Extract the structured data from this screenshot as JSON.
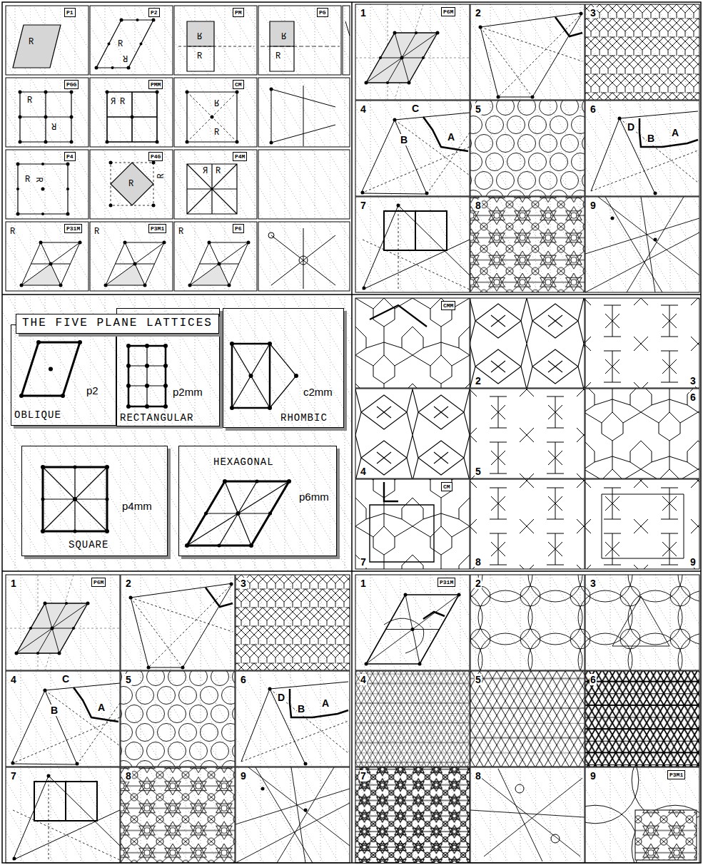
{
  "diagram": {
    "nodes": [
      {
        "text": [
          "THE FIVE PLANE LATTICES"
        ]
      },
      {
        "text": [
          "p2",
          "OBLIQUE"
        ]
      },
      {
        "text": [
          "p2mm",
          "RECTANGULAR"
        ]
      },
      {
        "text": [
          "c2mm",
          "RHOMBIC"
        ]
      },
      {
        "text": [
          "p4mm",
          "SQUARE"
        ]
      },
      {
        "text": [
          "HEXAGONAL",
          "p6mm"
        ]
      }
    ],
    "labels": [
      "P1",
      "P2",
      "PM",
      "PG",
      "PGG",
      "PMM",
      "CM",
      "P4",
      "P4G",
      "P4M",
      "P31M",
      "P3M1",
      "P6",
      "R",
      "R",
      "R",
      "R",
      "R",
      "R",
      "R",
      "R",
      "R",
      "R",
      "R",
      "R",
      "R",
      "R",
      "R",
      "R",
      "R",
      "R",
      "R",
      "R",
      "R",
      "R",
      "1",
      "P6M",
      "2",
      "3",
      "4",
      "C",
      "B",
      "A",
      "5",
      "6",
      "D",
      "B",
      "A",
      "7",
      "8",
      "9",
      "CMM",
      "2",
      "3",
      "4",
      "5",
      "6",
      "7",
      "CM",
      "8",
      "9",
      "1",
      "P6M",
      "2",
      "3",
      "4",
      "C",
      "B",
      "A",
      "5",
      "6",
      "D",
      "B",
      "A",
      "7",
      "8",
      "9",
      "1",
      "P31M",
      "2",
      "3",
      "4",
      "5",
      "6",
      "7",
      "8",
      "9",
      "P3M1"
    ]
  }
}
